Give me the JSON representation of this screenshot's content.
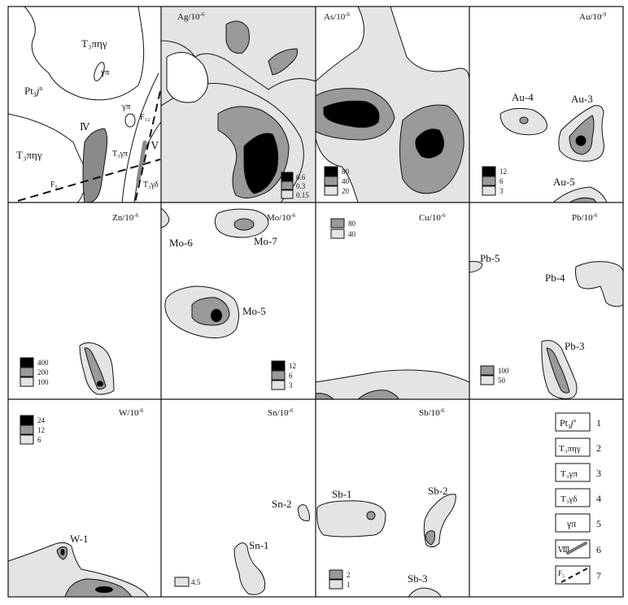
{
  "colors": {
    "light": "#e4e4e4",
    "mid": "#9a9a9a",
    "dark": "#000000",
    "line": "#111111",
    "dyke": "#888888"
  },
  "geo": {
    "pt": "Pt",
    "pt_sub": "3",
    "pt_italic": "j",
    "pt_sup": "a",
    "t3_pi": "T₃πηγ",
    "t3_pi2": "T₃πηγ",
    "gp1": "γπ",
    "gp2": "γπ",
    "t3gp": "T₃γπ",
    "t3gd": "T₃γδ",
    "f12": "F₁₂",
    "f5": "F₅",
    "iv": "Ⅳ",
    "v": "Ⅴ"
  },
  "panels": [
    {
      "key": "ag",
      "title": "Ag/10",
      "exp": "-6",
      "legend": [
        "0.6",
        "0.3",
        "0.15"
      ]
    },
    {
      "key": "as",
      "title": "As/10",
      "exp": "-6",
      "legend": [
        "80",
        "40",
        "20"
      ]
    },
    {
      "key": "au",
      "title": "Au/10",
      "exp": "-9",
      "legend": [
        "12",
        "6",
        "3"
      ],
      "labels": [
        "Au-4",
        "Au-3",
        "Au-5"
      ]
    },
    {
      "key": "zn",
      "title": "Zn/10",
      "exp": "-6",
      "legend": [
        "400",
        "200",
        "100"
      ]
    },
    {
      "key": "mo",
      "title": "Mo/10",
      "exp": "-6",
      "legend": [
        "12",
        "6",
        "3"
      ],
      "labels": [
        "Mo-6",
        "Mo-7",
        "Mo-5"
      ]
    },
    {
      "key": "cu",
      "title": "Cu/10",
      "exp": "-6",
      "legend": [
        "80",
        "40"
      ]
    },
    {
      "key": "pb",
      "title": "Pb/10",
      "exp": "-6",
      "legend": [
        "100",
        "50"
      ],
      "labels": [
        "Pb-5",
        "Pb-4",
        "Pb-3"
      ]
    },
    {
      "key": "w",
      "title": "W/10",
      "exp": "-6",
      "legend": [
        "24",
        "12",
        "6"
      ],
      "labels": [
        "W-1"
      ]
    },
    {
      "key": "sn",
      "title": "Sn/10",
      "exp": "-6",
      "legend": [
        "4.5"
      ],
      "labels": [
        "Sn-2",
        "Sn-1"
      ]
    },
    {
      "key": "sb",
      "title": "Sb/10",
      "exp": "-6",
      "legend": [
        "2",
        "1"
      ],
      "labels": [
        "Sb-1",
        "Sb-2",
        "Sb-3"
      ]
    }
  ],
  "legend_key": [
    {
      "num": "1"
    },
    {
      "sym": "T₃πηγ",
      "num": "2"
    },
    {
      "sym": "T₃γπ",
      "num": "3"
    },
    {
      "sym": "T₃γδ",
      "num": "4"
    },
    {
      "sym": "γπ",
      "num": "5"
    },
    {
      "sym": "Ⅷ",
      "num": "6"
    },
    {
      "sym": "F₅",
      "num": "7"
    }
  ]
}
